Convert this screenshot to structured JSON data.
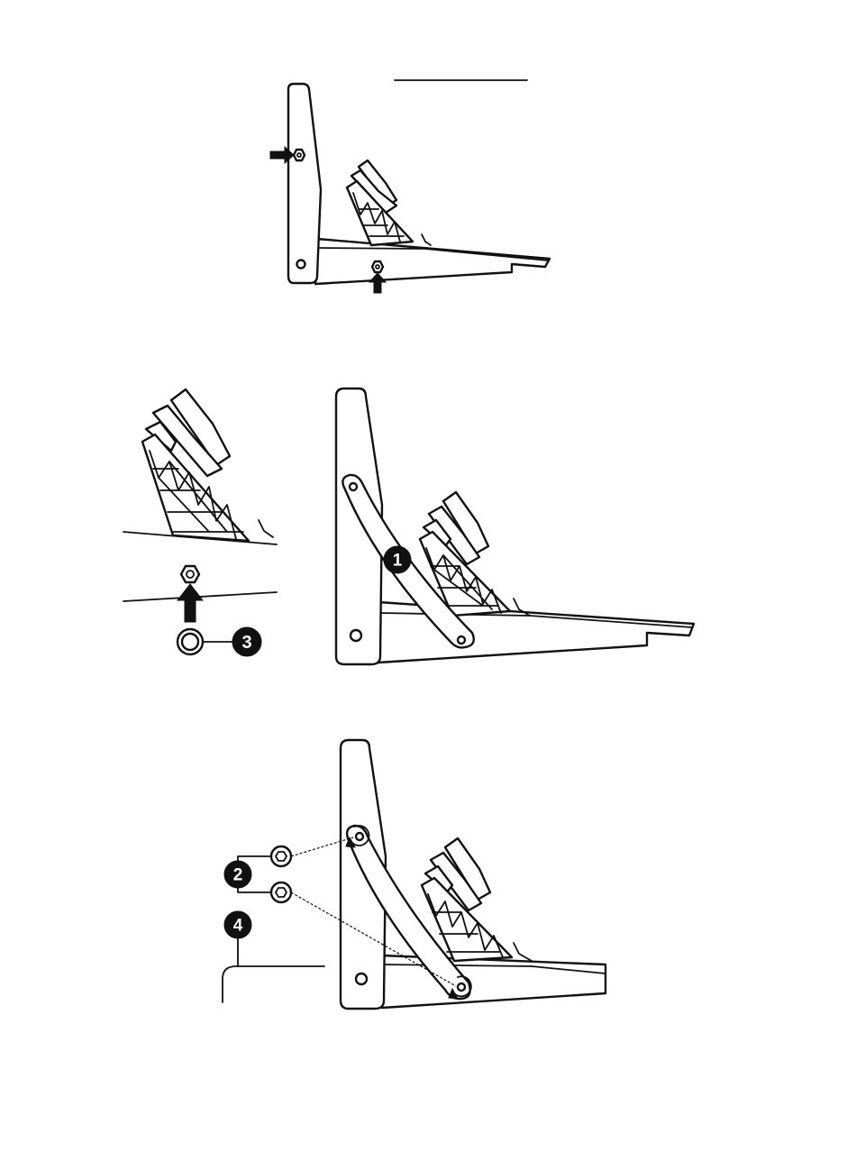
{
  "callouts": {
    "one": "1",
    "two": "2",
    "three": "3",
    "four": "4"
  },
  "colors": {
    "line": "#111111",
    "background": "#ffffff",
    "badge": "#111111"
  }
}
